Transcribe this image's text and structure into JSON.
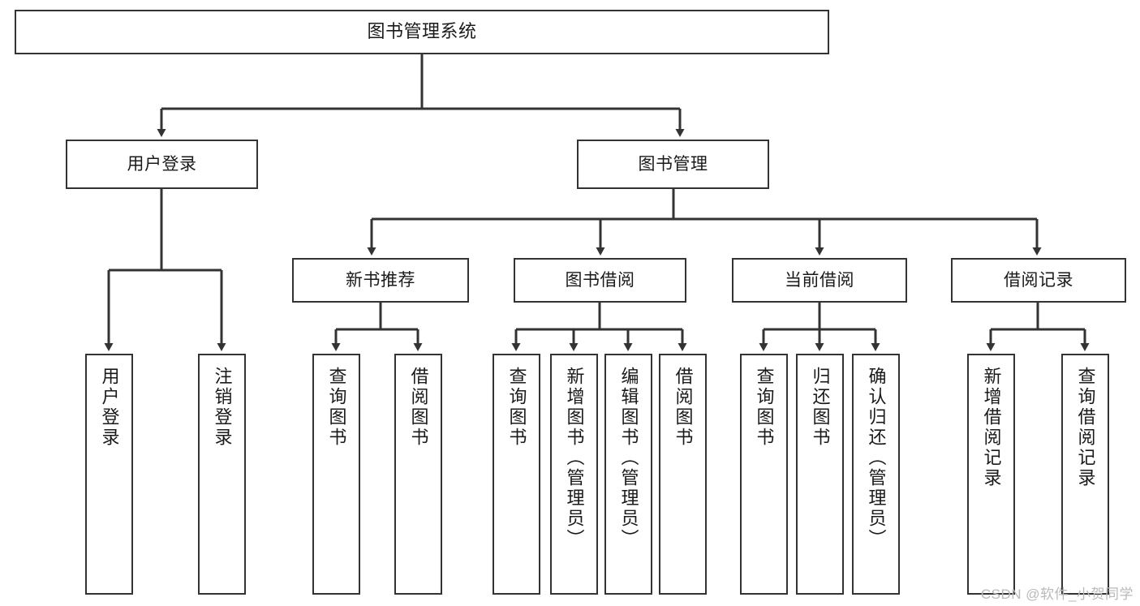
{
  "diagram": {
    "title": "图书管理系统",
    "type": "tree-hierarchy-chart",
    "colors": {
      "node_border": "#333333",
      "node_fill": "#ffffff",
      "edge": "#333333",
      "text": "#1a1a1a",
      "watermark": "#b9b9b9",
      "background": "#ffffff"
    },
    "levels": {
      "level1": [
        {
          "id": "root",
          "label": "图书管理系统"
        }
      ],
      "level2": [
        {
          "id": "user-login",
          "label": "用户登录"
        },
        {
          "id": "book-manage",
          "label": "图书管理"
        }
      ],
      "level3": [
        {
          "id": "new-book-rec",
          "label": "新书推荐"
        },
        {
          "id": "book-borrow",
          "label": "图书借阅"
        },
        {
          "id": "current-borrow",
          "label": "当前借阅"
        },
        {
          "id": "borrow-record",
          "label": "借阅记录"
        }
      ],
      "level4": [
        {
          "id": "leaf-user-login",
          "label": "用户登录",
          "parent": "user-login"
        },
        {
          "id": "leaf-logout-login",
          "label": "注销登录",
          "parent": "user-login"
        },
        {
          "id": "leaf-query-book-1",
          "label": "查询图书",
          "parent": "new-book-rec"
        },
        {
          "id": "leaf-borrow-book-1",
          "label": "借阅图书",
          "parent": "new-book-rec"
        },
        {
          "id": "leaf-query-book-2",
          "label": "查询图书",
          "parent": "book-borrow"
        },
        {
          "id": "leaf-add-book",
          "label": "新增图书（管理员）",
          "parent": "book-borrow"
        },
        {
          "id": "leaf-edit-book",
          "label": "编辑图书（管理员）",
          "parent": "book-borrow"
        },
        {
          "id": "leaf-borrow-book-2",
          "label": "借阅图书",
          "parent": "book-borrow"
        },
        {
          "id": "leaf-query-book-3",
          "label": "查询图书",
          "parent": "current-borrow"
        },
        {
          "id": "leaf-return-book",
          "label": "归还图书",
          "parent": "current-borrow"
        },
        {
          "id": "leaf-confirm-return",
          "label": "确认归还（管理员）",
          "parent": "current-borrow"
        },
        {
          "id": "leaf-add-record",
          "label": "新增借阅记录",
          "parent": "borrow-record"
        },
        {
          "id": "leaf-query-record",
          "label": "查询借阅记录",
          "parent": "borrow-record"
        }
      ]
    },
    "watermark": "CSDN @软件_小贺同学"
  }
}
